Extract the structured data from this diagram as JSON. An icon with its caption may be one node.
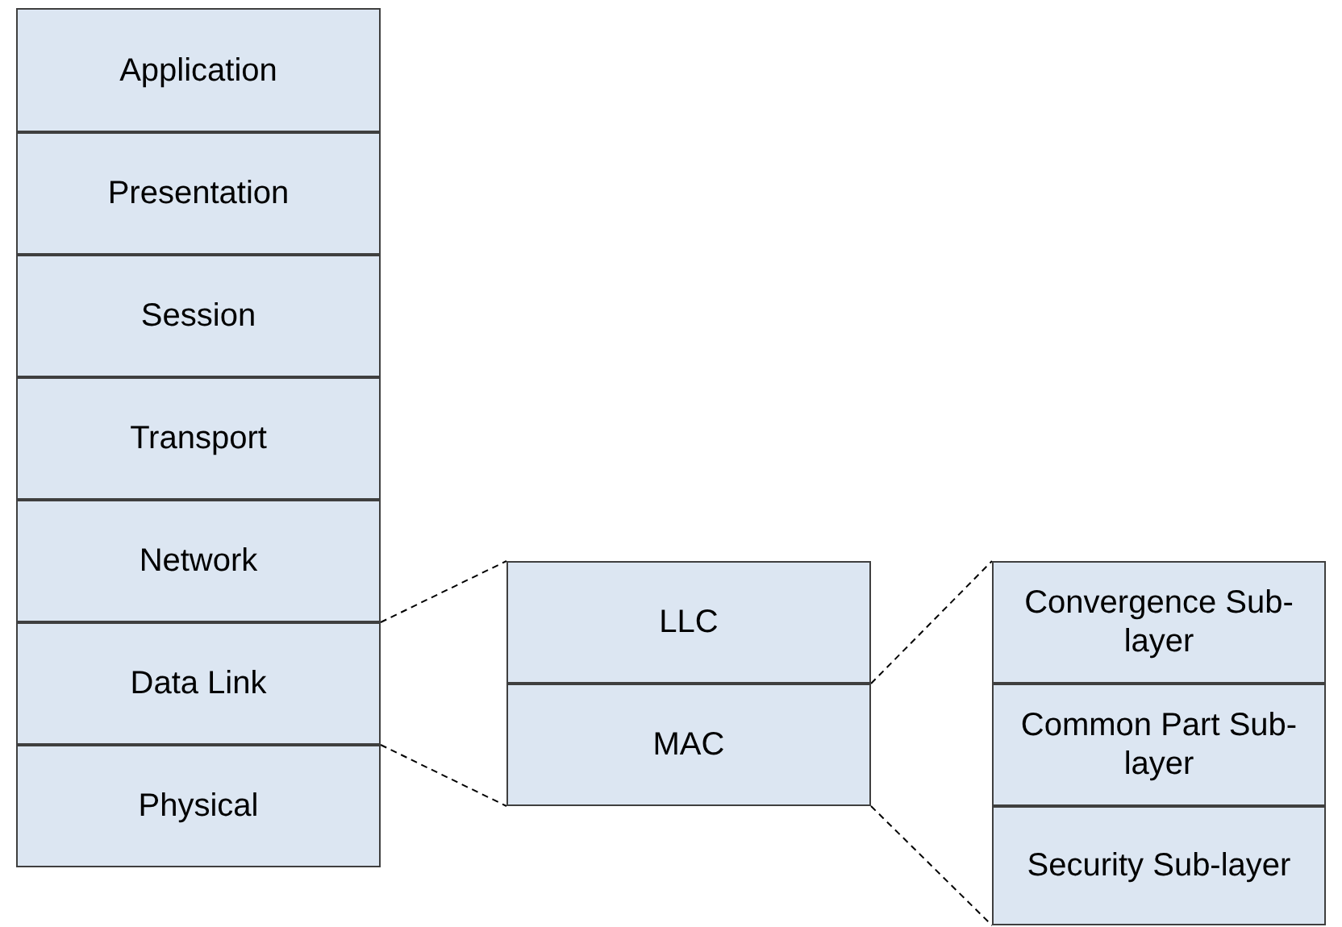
{
  "diagram": {
    "nodes": [
      {
        "text": [
          "Application"
        ]
      },
      {
        "text": [
          "Presentation"
        ]
      },
      {
        "text": [
          "Session"
        ]
      },
      {
        "text": [
          "Transport"
        ]
      },
      {
        "text": [
          "Network"
        ]
      },
      {
        "text": [
          "Data Link"
        ]
      },
      {
        "text": [
          "Physical"
        ]
      },
      {
        "text": [
          "LLC"
        ]
      },
      {
        "text": [
          "MAC"
        ]
      },
      {
        "text": [
          "Convergence Sub-layer"
        ]
      },
      {
        "text": [
          "Common Part Sub-layer"
        ]
      },
      {
        "text": [
          "Security Sub-layer"
        ]
      }
    ],
    "edges": [
      {
        "from": 5,
        "to": 7,
        "arrow": "none",
        "style": "dashed"
      },
      {
        "from": 5,
        "to": 8,
        "arrow": "none",
        "style": "dashed"
      },
      {
        "from": 8,
        "to": 9,
        "arrow": "none",
        "style": "dashed"
      },
      {
        "from": 8,
        "to": 11,
        "arrow": "none",
        "style": "dashed"
      }
    ]
  }
}
